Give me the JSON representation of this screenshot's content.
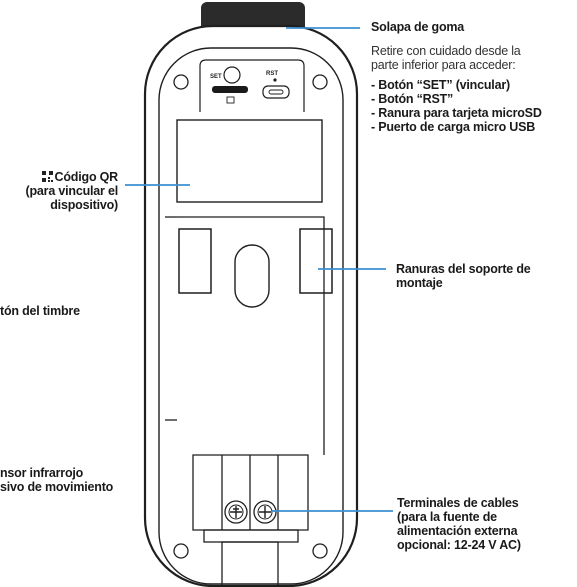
{
  "labels": {
    "rubber_flap": {
      "title": "Solapa de goma",
      "instructions": [
        "Retire con cuidado desde la",
        "parte inferior para acceder:"
      ],
      "items": [
        "- Botón “SET” (vincular)",
        "- Botón “RST”",
        "- Ranura para tarjeta microSD",
        "- Puerto de carga micro USB"
      ]
    },
    "qr_code": [
      "Código QR",
      "(para vincular el",
      "dispositivo)"
    ],
    "mount_slots": [
      "Ranuras del soporte de",
      "montaje"
    ],
    "doorbell_button": "tón del timbre",
    "pir_sensor": [
      "nsor infrarrojo",
      "sivo de movimiento"
    ],
    "wire_terminals": [
      "Terminales de cables",
      "(para la fuente de",
      "alimentación externa",
      "opcional: 12-24 V AC)"
    ]
  },
  "device": {
    "set_label": "SET",
    "rst_label": "RST"
  },
  "colors": {
    "leader_line": "#3d8fd1",
    "outline": "#1f1f1f",
    "flap": "#2b2b2b"
  }
}
